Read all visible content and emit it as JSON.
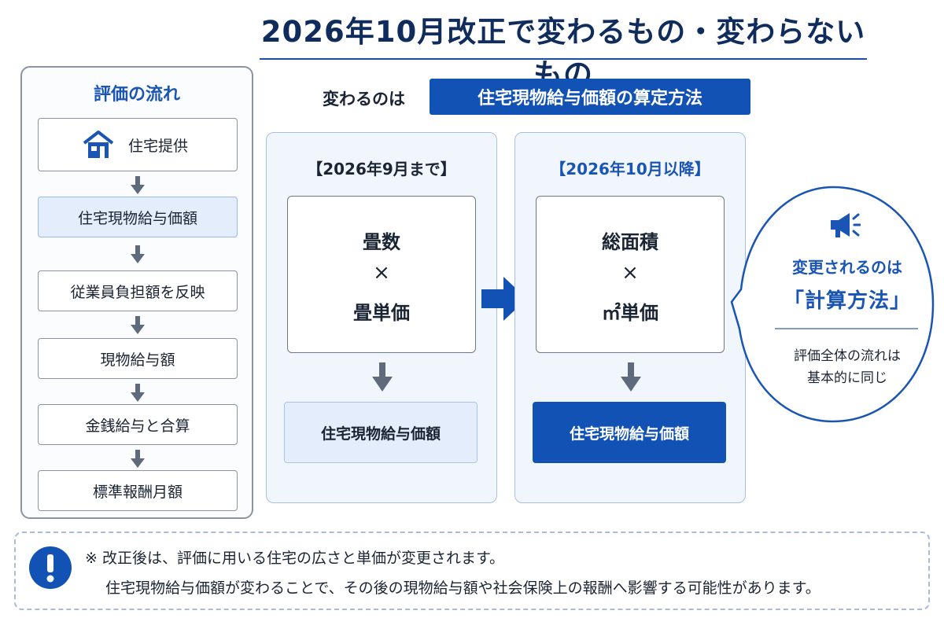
{
  "title": "2026年10月改正で変わるもの・変わらないもの",
  "flow": {
    "heading": "評価の流れ",
    "steps": [
      {
        "label": "住宅提供",
        "icon": "house-icon"
      },
      {
        "label": "住宅現物給与価額"
      },
      {
        "label": "従業員負担額を反映"
      },
      {
        "label": "現物給与額"
      },
      {
        "label": "金銭給与と合算"
      },
      {
        "label": "標準報酬月額"
      }
    ]
  },
  "change": {
    "label": "変わるのは",
    "target": "住宅現物給与価額の算定方法"
  },
  "before": {
    "heading": "【2026年9月まで】",
    "formula_top": "畳数",
    "operator": "×",
    "formula_bottom": "畳単価",
    "result": "住宅現物給与価額"
  },
  "after": {
    "heading": "【2026年10月以降】",
    "formula_top": "総面積",
    "operator": "×",
    "formula_bottom": "㎡単価",
    "result": "住宅現物給与価額"
  },
  "callout": {
    "icon": "megaphone-icon",
    "line1": "変更されるのは",
    "line2": "「計算方法」",
    "line3": "評価全体の流れは",
    "line4": "基本的に同じ"
  },
  "notice": {
    "icon": "exclamation-icon",
    "line1": "※ 改正後は、評価に用いる住宅の広さと単価が変更されます。",
    "line2": "住宅現物給与価額が変わることで、その後の現物給与額や社会保険上の報酬へ影響する可能性があります。"
  },
  "colors": {
    "accent": "#1252b5",
    "title": "#0f2c5c",
    "panel_bg": "#f1f6fd",
    "highlight_bg": "#e3edfb"
  }
}
